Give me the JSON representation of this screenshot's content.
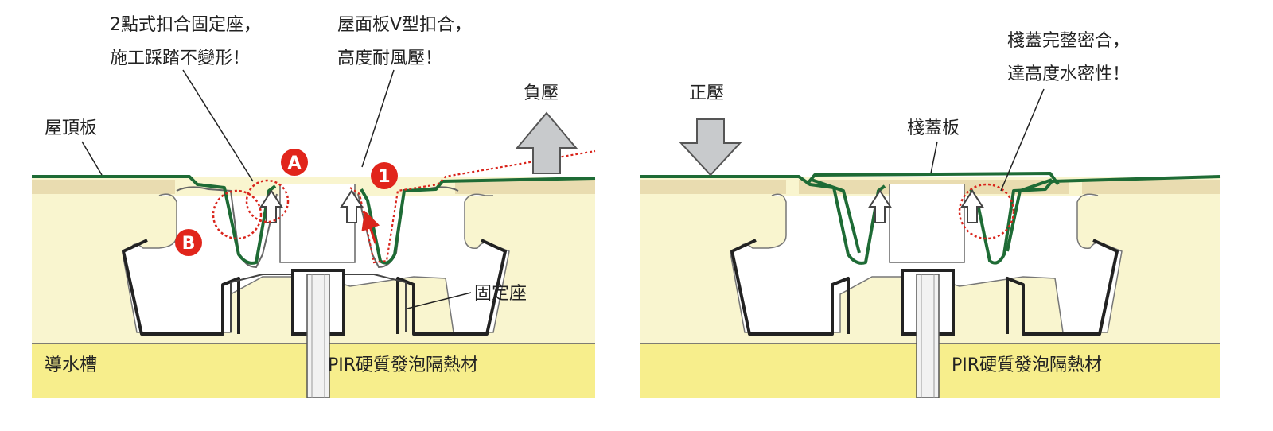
{
  "left": {
    "callout_a_line1": "2點式扣合固定座，",
    "callout_a_line2": "施工踩踏不變形！",
    "callout_1_line1": "屋面板V型扣合，",
    "callout_1_line2": "高度耐風壓！",
    "negative_pressure": "負壓",
    "roof_panel": "屋頂板",
    "bracket": "固定座",
    "gutter": "導水槽",
    "insulation": "PIR硬質發泡隔熱材",
    "badge_a": "A",
    "badge_b": "B",
    "badge_1": "1"
  },
  "right": {
    "positive_pressure": "正壓",
    "cap_plate": "棧蓋板",
    "seal_line1": "棧蓋完整密合，",
    "seal_line2": "達高度水密性！",
    "insulation": "PIR硬質發泡隔熱材"
  },
  "colors": {
    "cream": "#f9f5cf",
    "insulation": "#f7ee8c",
    "panel_green": "#1e6b35",
    "highlight_red": "#d9251c",
    "arrow_gray": "#c8cacc"
  }
}
